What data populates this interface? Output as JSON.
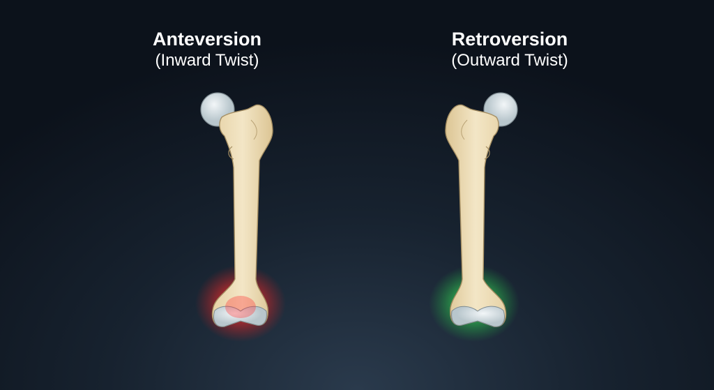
{
  "left": {
    "title": "Anteversion",
    "subtitle": "(Inward Twist)",
    "highlight_color": "#ff3b3b"
  },
  "right": {
    "title": "Retroversion",
    "subtitle": "(Outward Twist)",
    "highlight_color": "#3ddc5a"
  }
}
